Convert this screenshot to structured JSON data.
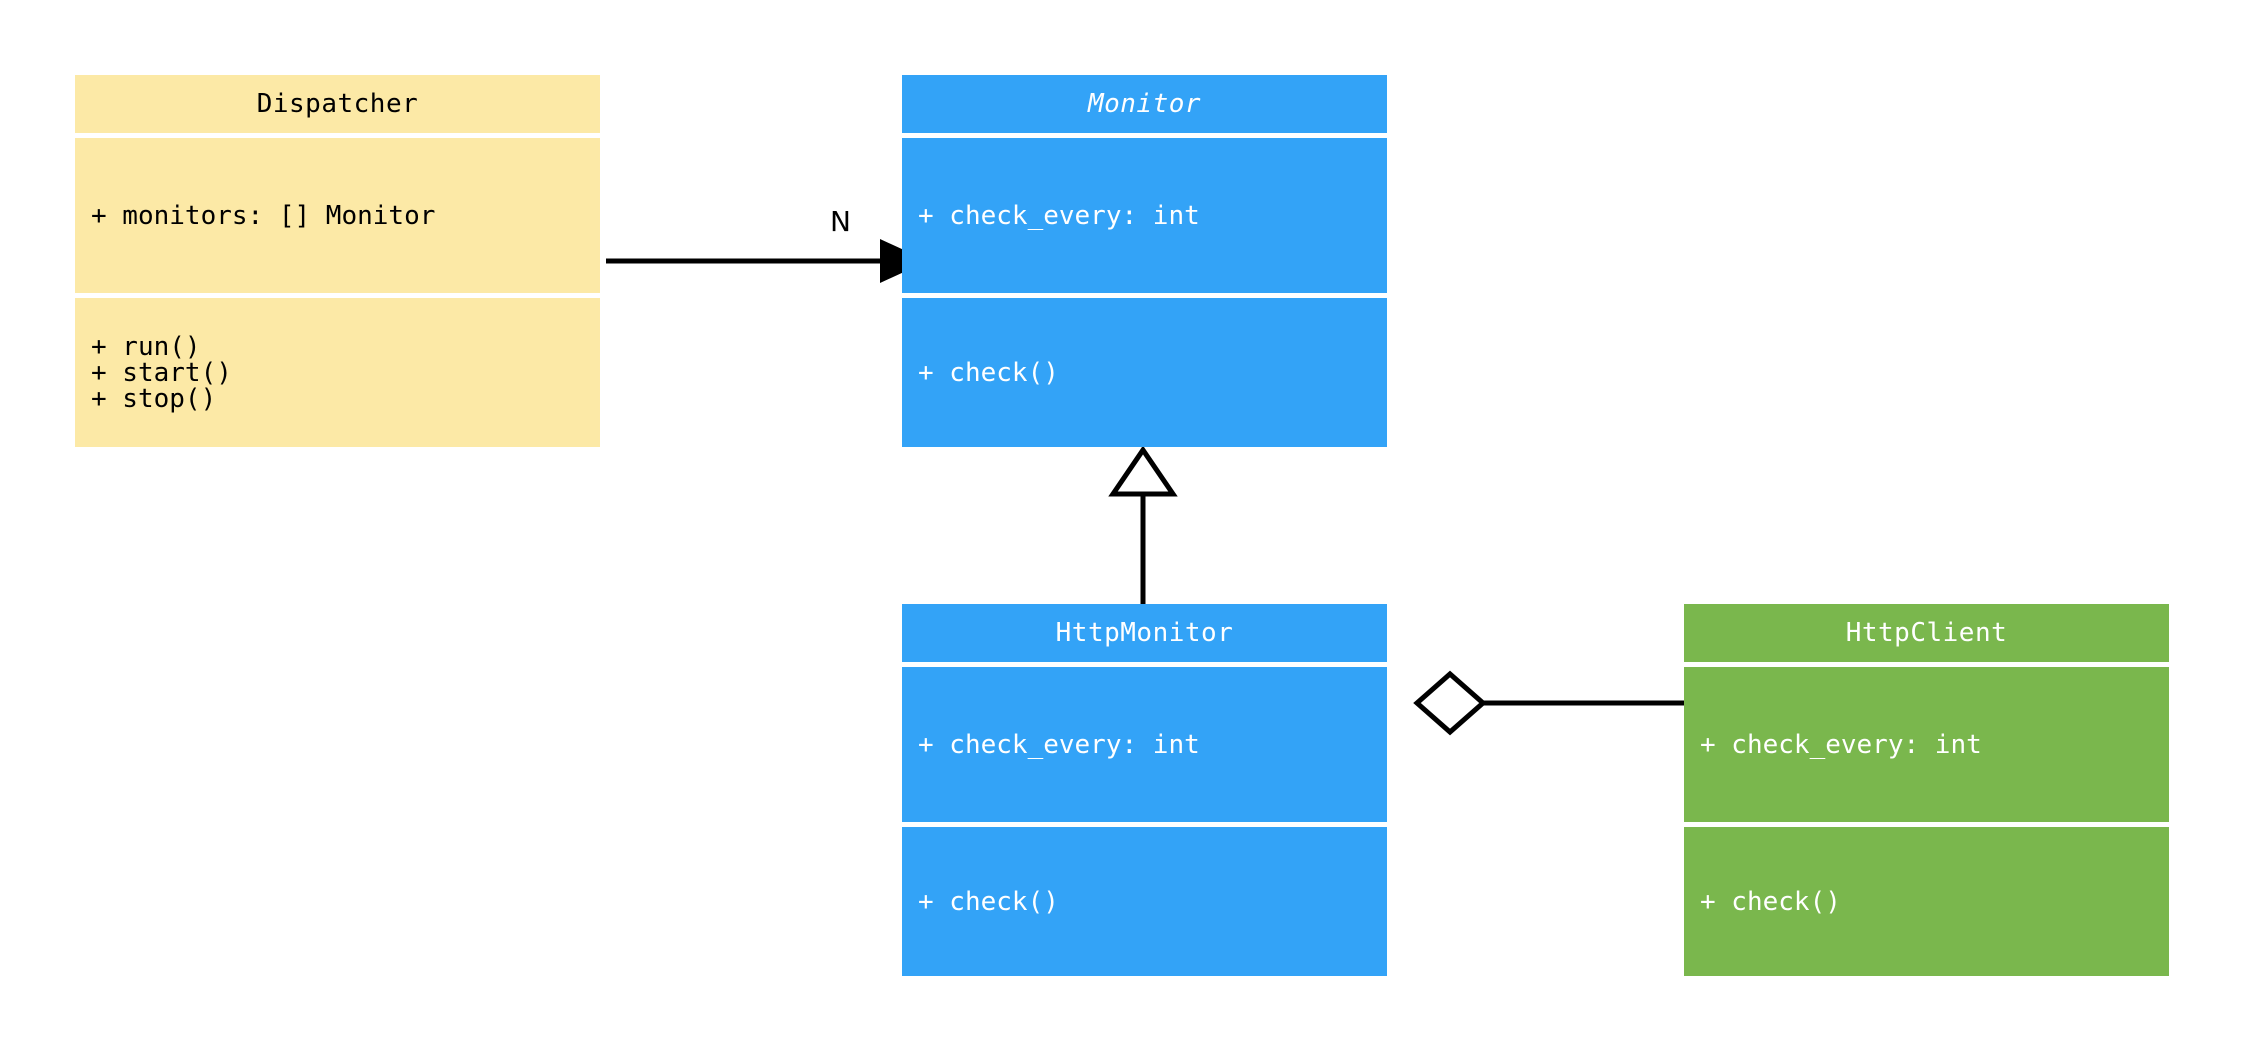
{
  "diagram": {
    "kind": "uml-class-diagram",
    "background": "#ffffff",
    "palette": {
      "yellow_fill": "#fce9a6",
      "blue_fill": "#33a3f7",
      "green_fill": "#7ab74d",
      "dark_ink": "#000000",
      "light_ink": "#ffffff",
      "line": "#000000"
    }
  },
  "classes": {
    "dispatcher": {
      "name": "Dispatcher",
      "abstract": false,
      "fill": "#fce9a6",
      "ink": "#000000",
      "attributes": [
        "+ monitors: [] Monitor"
      ],
      "methods": [
        "+ run()",
        "+ start()",
        "+ stop()"
      ]
    },
    "monitor": {
      "name": "Monitor",
      "abstract": true,
      "fill": "#33a3f7",
      "ink": "#ffffff",
      "attributes": [
        "+ check_every: int"
      ],
      "methods": [
        "+ check()"
      ]
    },
    "http_monitor": {
      "name": "HttpMonitor",
      "abstract": false,
      "fill": "#33a3f7",
      "ink": "#ffffff",
      "attributes": [
        "+ check_every: int"
      ],
      "methods": [
        "+ check()"
      ]
    },
    "http_client": {
      "name": "HttpClient",
      "abstract": false,
      "fill": "#7ab74d",
      "ink": "#ffffff",
      "attributes": [
        "+ check_every: int"
      ],
      "methods": [
        "+ check()"
      ]
    }
  },
  "relationships": {
    "dispatcher_to_monitor": {
      "type": "association",
      "arrowhead": "filled-triangle",
      "label": "N",
      "from": "Dispatcher",
      "to": "Monitor"
    },
    "http_monitor_to_monitor": {
      "type": "generalization",
      "arrowhead": "hollow-triangle",
      "label": "",
      "from": "HttpMonitor",
      "to": "Monitor"
    },
    "http_monitor_to_http_client": {
      "type": "aggregation",
      "arrowhead": "hollow-diamond",
      "label": "",
      "from": "HttpMonitor",
      "to": "HttpClient"
    }
  }
}
